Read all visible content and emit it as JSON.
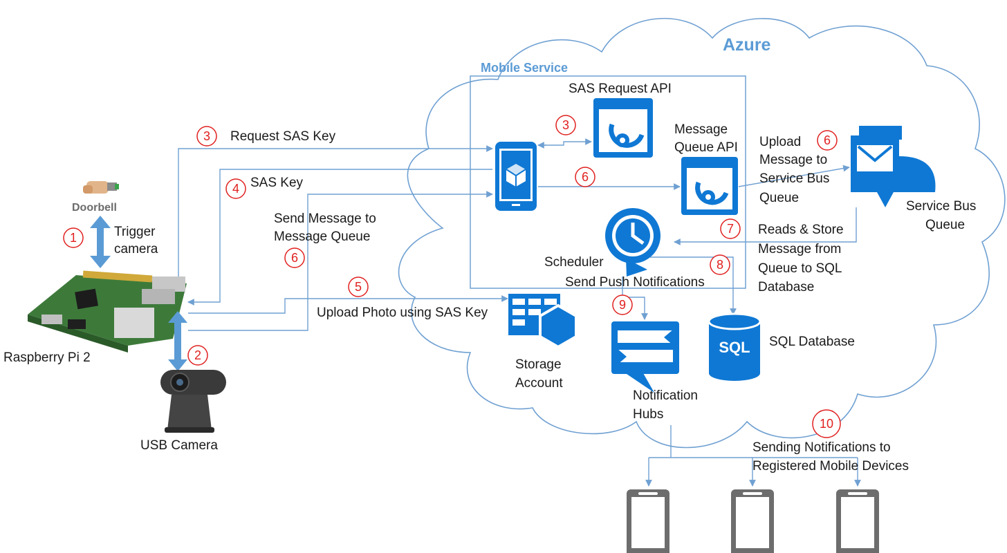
{
  "cloud": {
    "title": "Azure"
  },
  "mobile_service": {
    "title": "Mobile Service"
  },
  "devices": {
    "doorbell": "Doorbell",
    "trigger_line1": "Trigger",
    "trigger_line2": "camera",
    "raspberry": "Raspberry Pi 2",
    "usb_camera": "USB Camera"
  },
  "services": {
    "sas_request_api": "SAS Request API",
    "message_queue_api_line1": "Message",
    "message_queue_api_line2": "Queue API",
    "service_bus_line1": "Service Bus",
    "service_bus_line2": "Queue",
    "scheduler": "Scheduler",
    "storage_line1": "Storage",
    "storage_line2": "Account",
    "sql": "SQL Database",
    "sql_icon_text": "SQL",
    "notification_line1": "Notification",
    "notification_line2": "Hubs"
  },
  "flows": {
    "request_sas_key": "Request SAS Key",
    "sas_key": "SAS Key",
    "send_msg_line1": "Send Message to",
    "send_msg_line2": "Message Queue",
    "upload_photo": "Upload Photo using SAS Key",
    "upload_msg_line1": "Upload",
    "upload_msg_line2": "Message to",
    "upload_msg_line3": "Service Bus",
    "upload_msg_line4": "Queue",
    "reads_line1": "Reads & Store",
    "reads_line2": "Message from",
    "reads_line3": "Queue to SQL",
    "reads_line4": "Database",
    "send_push": "Send Push Notifications",
    "sending_line1": "Sending Notifications to",
    "sending_line2": "Registered Mobile Devices"
  },
  "steps": {
    "s1": "1",
    "s2": "2",
    "s3a": "3",
    "s3b": "3",
    "s4": "4",
    "s5": "5",
    "s6a": "6",
    "s6b": "6",
    "s6c": "6",
    "s7": "7",
    "s8": "8",
    "s9": "9",
    "s10": "10"
  },
  "colors": {
    "azure_icon": "#0f78d4",
    "cloud_outline": "#6fa0d2",
    "step_marker": "#e0201f",
    "title_blue": "#5b9bd5"
  }
}
